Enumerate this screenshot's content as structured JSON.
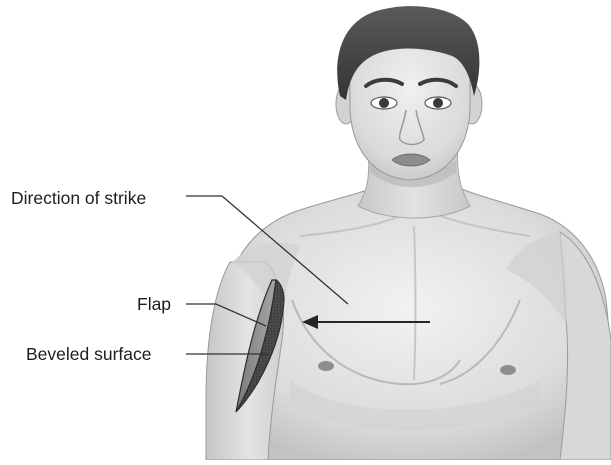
{
  "labels": {
    "direction_of_strike": "Direction of strike",
    "flap": "Flap",
    "beveled_surface": "Beveled surface"
  },
  "colors": {
    "skin_light": "#ececec",
    "skin_mid": "#d6d6d6",
    "skin_shadow": "#bdbdbd",
    "hair": "#4a4a4a",
    "outline": "#8c8c8c",
    "wound_dark": "#3f3f3f",
    "bevel_gray": "#8a8a8a",
    "leader_line": "#333333",
    "arrow": "#262626"
  }
}
